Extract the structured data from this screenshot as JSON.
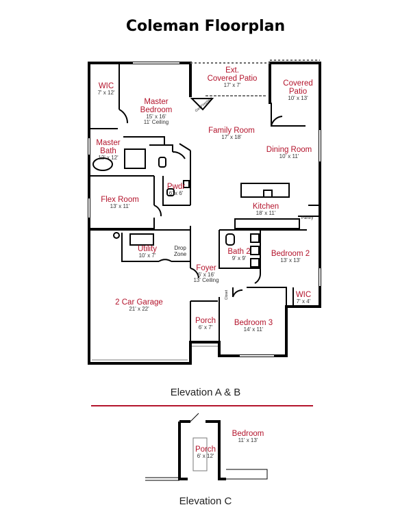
{
  "title": "Coleman Floorplan",
  "rooms": {
    "wic": {
      "name": "WIC",
      "dims": "7' x 12'"
    },
    "master_bedroom": {
      "name": "Master\nBedroom",
      "dims": "15' x 16'\n11' Ceiling"
    },
    "ext_patio": {
      "name": "Ext.\nCovered Patio",
      "dims": "17' x 7'"
    },
    "covered_patio": {
      "name": "Covered\nPatio",
      "dims": "10' x 13'"
    },
    "master_bath": {
      "name": "Master\nBath",
      "dims": "12' x 12'"
    },
    "family_room": {
      "name": "Family Room",
      "dims": "17' x 18'"
    },
    "dining_room": {
      "name": "Dining Room",
      "dims": "10' x 11'"
    },
    "pwdr": {
      "name": "Pwdr",
      "dims": "6' x 6'"
    },
    "flex_room": {
      "name": "Flex Room",
      "dims": "13' x 11'"
    },
    "kitchen": {
      "name": "Kitchen",
      "dims": "18' x 11'"
    },
    "utility": {
      "name": "Utility",
      "dims": "10' x 7'"
    },
    "bath2": {
      "name": "Bath 2",
      "dims": "9' x 9'"
    },
    "bedroom2": {
      "name": "Bedroom 2",
      "dims": "13' x 13'"
    },
    "foyer": {
      "name": "Foyer",
      "dims": "6' x 16'\n13' Ceiling"
    },
    "garage": {
      "name": "2 Car Garage",
      "dims": "21' x 22'"
    },
    "wic2": {
      "name": "WIC",
      "dims": "7' x 4'"
    },
    "porch": {
      "name": "Porch",
      "dims": "6' x 7'"
    },
    "bedroom3": {
      "name": "Bedroom 3",
      "dims": "14' x 11'"
    },
    "porch_c": {
      "name": "Porch",
      "dims": "6' x 12'"
    },
    "bedroom_c": {
      "name": "Bedroom",
      "dims": "11' x 13'"
    }
  },
  "labels": {
    "drop_zone": "Drop\nZone",
    "pantry": "Pantry",
    "fireplace": "Gas Fireplace",
    "closet": "Closet"
  },
  "elevation_ab": "Elevation A & B",
  "elevation_c": "Elevation C",
  "colors": {
    "room_name": "#b3132b",
    "walls": "#000000",
    "divider": "#b3132b"
  }
}
